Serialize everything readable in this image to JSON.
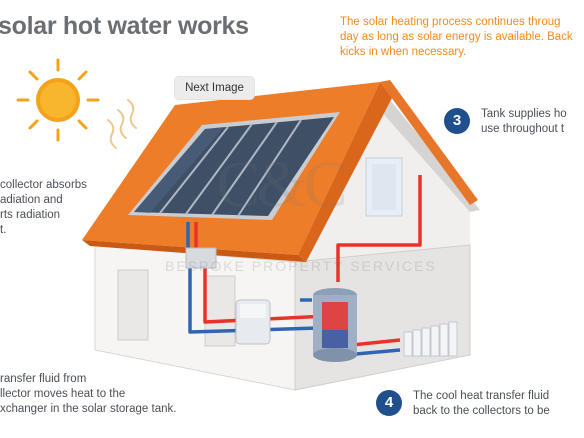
{
  "title": "solar hot water works",
  "top_note": {
    "lines": [
      "The solar heating process continues throug",
      "day as long as solar energy is available. Back",
      "kicks in when necessary."
    ]
  },
  "next_image_label": "Next Image",
  "watermark": {
    "logo": "C&C",
    "company": "BESPOKE PROPERTY SERVICES"
  },
  "steps": {
    "collector": {
      "lines": [
        "collector absorbs",
        "adiation and",
        "rts radiation",
        "t."
      ]
    },
    "transfer": {
      "lines": [
        "ransfer fluid from",
        "llector moves heat to the",
        "xchanger in the solar storage tank."
      ]
    },
    "tank_supplies": {
      "number": "3",
      "lines": [
        "Tank supplies ho",
        "use throughout t"
      ]
    },
    "return": {
      "number": "4",
      "lines": [
        "The cool heat transfer fluid",
        "back to the collectors to be"
      ]
    }
  },
  "colors": {
    "title": "#6b6e72",
    "note_orange": "#f08a1c",
    "badge_blue": "#1f4f8c",
    "roof_orange": "#ee7d2a",
    "hot_pipe": "#e8332b",
    "cold_pipe": "#2f66b3",
    "sun": "#f5a21b"
  }
}
